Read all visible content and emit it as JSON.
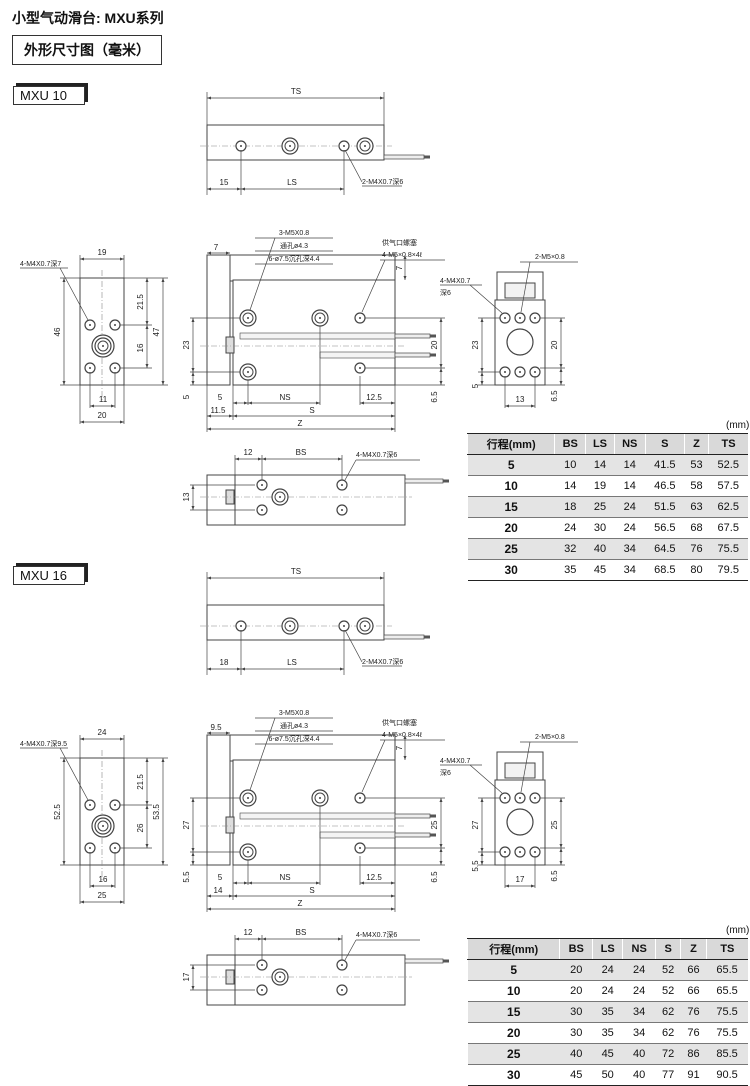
{
  "page": {
    "title": "小型气动滑台: MXU系列",
    "subtitle": "外形尺寸图（毫米）"
  },
  "sections": [
    {
      "tab": "MXU 10",
      "labels": {
        "top_ts": "TS",
        "top_left": "15",
        "top_ls": "LS",
        "top_hole": "2-M4X0.7深6",
        "side_note1": "3-M5X0.8",
        "side_note2": "通孔ø4.3",
        "side_note3": "6-ø7.5沉孔深4.4",
        "port_note1": "供气口螺塞",
        "port_note2": "4-M5×0.8×4ℓ",
        "side_plate": "7",
        "side_top": "7",
        "side_h": "23",
        "side_base": "5",
        "side_right": "20",
        "side_right_low": "6.5",
        "side_5": "5",
        "side_ns": "NS",
        "side_125": "12.5",
        "side_left_off": "11.5",
        "side_s": "S",
        "side_z": "Z",
        "end_w": "19",
        "end_hole": "4-M4X0.7深7",
        "end_h": "46",
        "end_215": "21.5",
        "end_mid": "16",
        "end_total": "47",
        "end_pitch": "11",
        "end_base": "20",
        "rend_hole1": "4-M4X0.7",
        "rend_hole2": "深6",
        "rend_port": "2-M5×0.8",
        "rend_h": "23",
        "rend_base": "5",
        "rend_right": "20",
        "rend_low": "6.5",
        "rend_pitch": "13",
        "bot_12": "12",
        "bot_bs": "BS",
        "bot_hole": "4-M4X0.7深6",
        "bot_h": "13"
      },
      "table": {
        "unit": "(mm)",
        "headers": [
          "行程(mm)",
          "BS",
          "LS",
          "NS",
          "S",
          "Z",
          "TS"
        ],
        "rows": [
          [
            "5",
            "10",
            "14",
            "14",
            "41.5",
            "53",
            "52.5"
          ],
          [
            "10",
            "14",
            "19",
            "14",
            "46.5",
            "58",
            "57.5"
          ],
          [
            "15",
            "18",
            "25",
            "24",
            "51.5",
            "63",
            "62.5"
          ],
          [
            "20",
            "24",
            "30",
            "24",
            "56.5",
            "68",
            "67.5"
          ],
          [
            "25",
            "32",
            "40",
            "34",
            "64.5",
            "76",
            "75.5"
          ],
          [
            "30",
            "35",
            "45",
            "34",
            "68.5",
            "80",
            "79.5"
          ]
        ]
      }
    },
    {
      "tab": "MXU 16",
      "labels": {
        "top_ts": "TS",
        "top_left": "18",
        "top_ls": "LS",
        "top_hole": "2-M4X0.7深6",
        "side_note1": "3-M5X0.8",
        "side_note2": "通孔ø4.3",
        "side_note3": "6-ø7.5沉孔深4.4",
        "port_note1": "供气口螺塞",
        "port_note2": "4-M5×0.8×4ℓ",
        "side_plate": "9.5",
        "side_top": "7",
        "side_h": "27",
        "side_base": "5.5",
        "side_right": "25",
        "side_right_low": "6.5",
        "side_5": "5",
        "side_ns": "NS",
        "side_125": "12.5",
        "side_left_off": "14",
        "side_s": "S",
        "side_z": "Z",
        "end_w": "24",
        "end_hole": "4-M4X0.7深9.5",
        "end_h": "52.5",
        "end_215": "21.5",
        "end_mid": "26",
        "end_total": "53.5",
        "end_pitch": "16",
        "end_base": "25",
        "rend_hole1": "4-M4X0.7",
        "rend_hole2": "深6",
        "rend_port": "2-M5×0.8",
        "rend_h": "27",
        "rend_base": "5.5",
        "rend_right": "25",
        "rend_low": "6.5",
        "rend_pitch": "17",
        "bot_12": "12",
        "bot_bs": "BS",
        "bot_hole": "4-M4X0.7深6",
        "bot_h": "17"
      },
      "table": {
        "unit": "(mm)",
        "headers": [
          "行程(mm)",
          "BS",
          "LS",
          "NS",
          "S",
          "Z",
          "TS"
        ],
        "rows": [
          [
            "5",
            "20",
            "24",
            "24",
            "52",
            "66",
            "65.5"
          ],
          [
            "10",
            "20",
            "24",
            "24",
            "52",
            "66",
            "65.5"
          ],
          [
            "15",
            "30",
            "35",
            "34",
            "62",
            "76",
            "75.5"
          ],
          [
            "20",
            "30",
            "35",
            "34",
            "62",
            "76",
            "75.5"
          ],
          [
            "25",
            "40",
            "45",
            "40",
            "72",
            "86",
            "85.5"
          ],
          [
            "30",
            "45",
            "50",
            "40",
            "77",
            "91",
            "90.5"
          ]
        ]
      }
    }
  ]
}
